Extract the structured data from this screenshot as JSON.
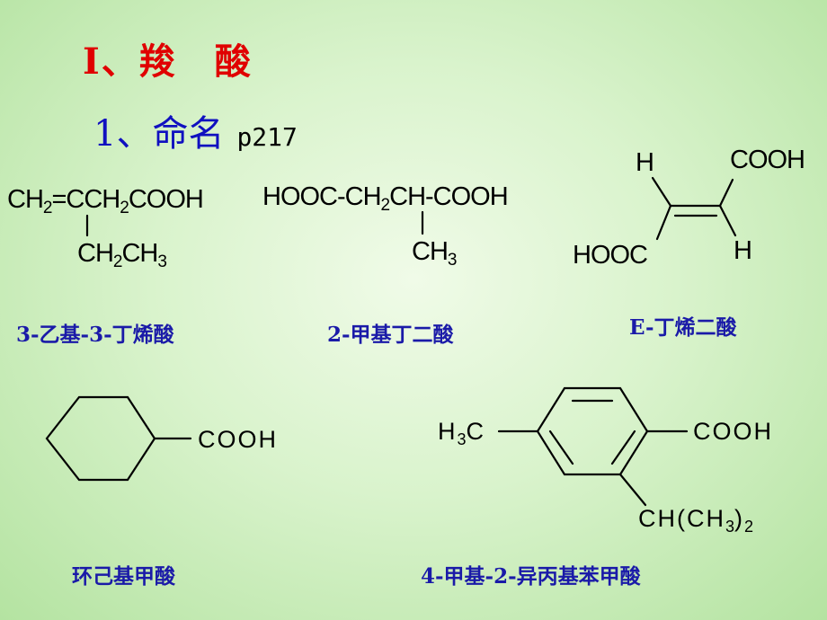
{
  "title": "I、羧　酸",
  "subtitle": {
    "text": "1、命名",
    "page_ref": "p217"
  },
  "compounds": [
    {
      "row1": [
        "CH",
        "2",
        "=CCH",
        "2",
        "COOH"
      ],
      "row2": [
        "CH",
        "2",
        "CH",
        "3"
      ],
      "name": "3-乙基-3-丁烯酸"
    },
    {
      "row1": [
        "HOOC-CH",
        "2",
        "CH-COOH"
      ],
      "row2": [
        "CH",
        "3"
      ],
      "name": "2-甲基丁二酸"
    },
    {
      "h_top": "H",
      "cooh_top": "COOH",
      "hooc_bottom": "HOOC",
      "h_bottom": "H",
      "name": "E-丁烯二酸"
    },
    {
      "substituent": "COOH",
      "name": "环己基甲酸"
    },
    {
      "methyl": [
        "H",
        "3",
        "C"
      ],
      "substituent": "COOH",
      "isopropyl": [
        "CH(CH",
        "3",
        ")",
        "2"
      ],
      "name": "4-甲基-2-异丙基苯甲酸"
    }
  ]
}
